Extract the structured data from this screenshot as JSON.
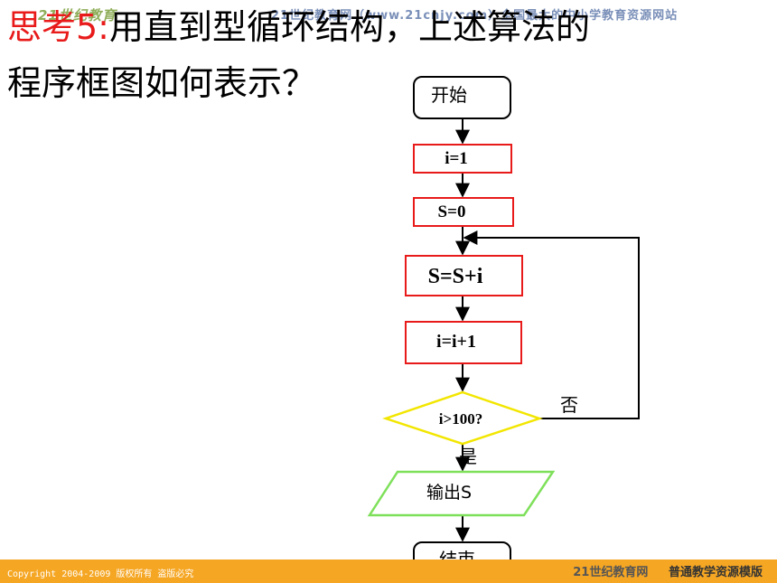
{
  "watermark": {
    "logo": "21世纪教育",
    "text": "21世纪教育网（www.21cnjy.com）全国最大的中小学教育资源网站"
  },
  "title": {
    "prefix": "思考5:",
    "line1_rest": "用直到型循环结构，上述算法的",
    "line2": "程序框图如何表示？"
  },
  "flowchart": {
    "start": "开始",
    "init_i": "i=1",
    "init_s": "S=0",
    "accumulate": "S=S+i",
    "increment": "i=i+1",
    "condition": "i>100?",
    "no_label": "否",
    "yes_label": "是",
    "output": "输出S",
    "end": "结束"
  },
  "colors": {
    "process_border": "#e81a1a",
    "decision_border": "#f2e600",
    "io_border": "#7ee05a",
    "terminal_border": "#000000",
    "footer_bg": "#f5a623"
  },
  "footer": {
    "copyright": "Copyright 2004-2009 版权所有 盗版必究",
    "site": "21世纪教育网",
    "template": "普通教学资源模版"
  }
}
